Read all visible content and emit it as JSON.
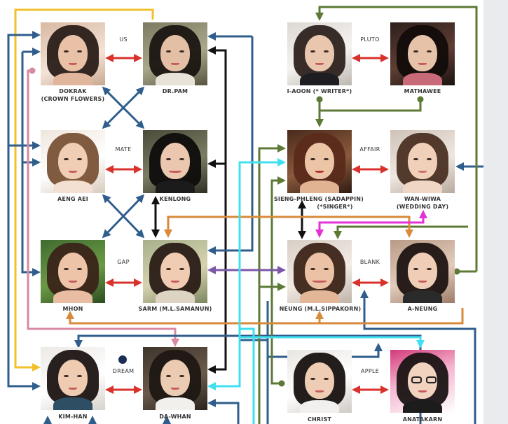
{
  "colors": {
    "red": "#d9322b",
    "blue": "#2f5d8c",
    "black": "#111111",
    "green": "#5c7a36",
    "yellow": "#f2c02d",
    "orange": "#d88a3a",
    "pink": "#d88aa0",
    "cyan": "#3fe0f0",
    "purple": "#7b57a8",
    "magenta": "#e431d6"
  },
  "people": [
    {
      "id": "dokrak",
      "name": "DOKRAK",
      "name2": "(CROWN FLOWERS)"
    },
    {
      "id": "drpam",
      "name": "DR.PAM",
      "name2": ""
    },
    {
      "id": "aengaei",
      "name": "AENG AEI",
      "name2": ""
    },
    {
      "id": "kenlong",
      "name": "KENLONG",
      "name2": ""
    },
    {
      "id": "mhon",
      "name": "MHON",
      "name2": ""
    },
    {
      "id": "sarm",
      "name": "SARM (M.L.SAMANUN)",
      "name2": ""
    },
    {
      "id": "kimhan",
      "name": "KIM-HAN",
      "name2": ""
    },
    {
      "id": "dawhan",
      "name": "DA-WHAN",
      "name2": ""
    },
    {
      "id": "iaoon",
      "name": "I-AOON (* WRITER*)",
      "name2": ""
    },
    {
      "id": "mathawee",
      "name": "MATHAWEE",
      "name2": ""
    },
    {
      "id": "siengphleng",
      "name": "SIENG-PHLENG (SADAPPIN)",
      "name2": "(*SINGER*)"
    },
    {
      "id": "wanwiwa",
      "name": "WAN-WIWA",
      "name2": "(WEDDING DAY)"
    },
    {
      "id": "neung",
      "name": "NEUNG (M.L.SIPPAKORN)",
      "name2": ""
    },
    {
      "id": "aneung",
      "name": "A-NEUNG",
      "name2": ""
    },
    {
      "id": "christ",
      "name": "CHRIST",
      "name2": ""
    },
    {
      "id": "anatakarn",
      "name": "ANATAKARN",
      "name2": ""
    }
  ],
  "relations": [
    {
      "id": "us",
      "label": "US"
    },
    {
      "id": "mate",
      "label": "MATE"
    },
    {
      "id": "gap",
      "label": "GAP"
    },
    {
      "id": "dream",
      "label": "DREAM"
    },
    {
      "id": "pluto",
      "label": "PLUTO"
    },
    {
      "id": "affair",
      "label": "AFFAIR"
    },
    {
      "id": "blank",
      "label": "BLANK"
    },
    {
      "id": "apple",
      "label": "APPLE"
    }
  ]
}
